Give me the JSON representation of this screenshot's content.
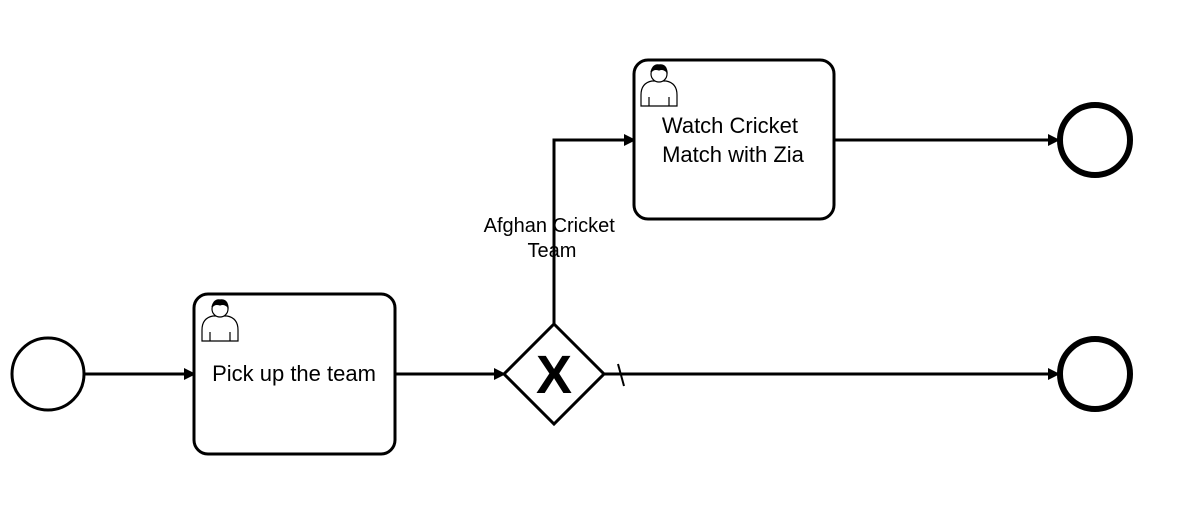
{
  "diagram": {
    "type": "bpmn-process",
    "stroke_color": "#000000",
    "fill_color": "#ffffff",
    "nodes": {
      "start_event": {
        "kind": "start-event"
      },
      "task_pick_team": {
        "kind": "user-task",
        "icon": "user-icon",
        "label": "Pick up the team"
      },
      "gateway": {
        "kind": "exclusive-gateway",
        "marker": "X"
      },
      "task_watch_match": {
        "kind": "user-task",
        "icon": "user-icon",
        "label_lines": [
          "Watch Cricket",
          "Match with Zia"
        ]
      },
      "end_event_top": {
        "kind": "end-event"
      },
      "end_event_bottom": {
        "kind": "end-event"
      }
    },
    "flows": [
      {
        "from": "start_event",
        "to": "task_pick_team"
      },
      {
        "from": "task_pick_team",
        "to": "gateway"
      },
      {
        "from": "gateway",
        "to": "task_watch_match",
        "label_lines": [
          "Afghan Cricket",
          "Team"
        ]
      },
      {
        "from": "gateway",
        "to": "end_event_bottom",
        "default": true
      },
      {
        "from": "task_watch_match",
        "to": "end_event_top"
      }
    ]
  }
}
